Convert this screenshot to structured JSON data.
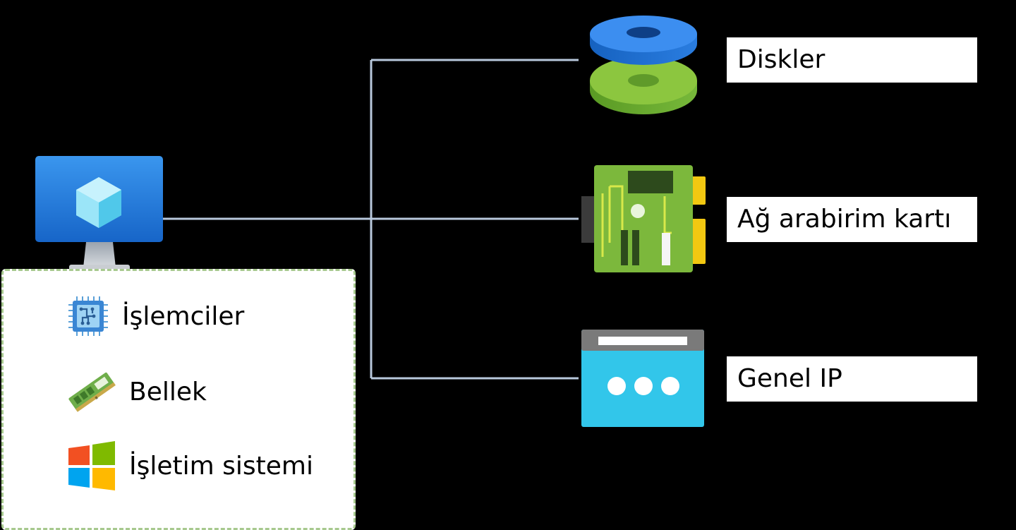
{
  "vm": {
    "icon": "virtual-machine-monitor-icon",
    "components": [
      {
        "label": "İşlemciler",
        "icon": "processor-chip-icon"
      },
      {
        "label": "Bellek",
        "icon": "memory-ram-icon"
      },
      {
        "label": "İşletim sistemi",
        "icon": "windows-logo-icon"
      }
    ]
  },
  "resources": [
    {
      "label": "Diskler",
      "icon": "disks-icon"
    },
    {
      "label": "Ağ arabirim kartı",
      "icon": "network-interface-card-icon"
    },
    {
      "label": "Genel IP",
      "icon": "public-ip-icon"
    }
  ],
  "colors": {
    "background": "#000000",
    "connector": "#b8c8dc",
    "panel_border": "#a7c98e",
    "vm_blue": "#1f74d6",
    "disk_blue": "#1f7fe0",
    "disk_green": "#6fb52d",
    "nic_green": "#7cb83c",
    "ip_cyan": "#32c6ea"
  }
}
